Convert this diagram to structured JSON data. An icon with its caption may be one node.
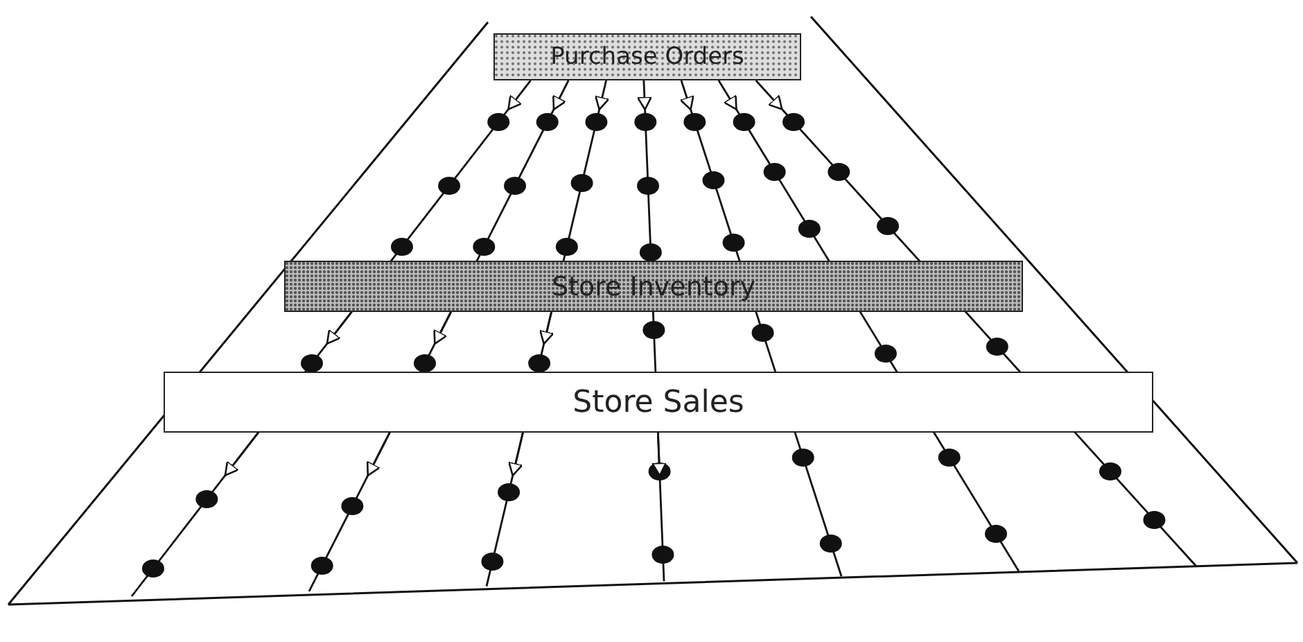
{
  "diagram": {
    "nodes": [
      {
        "text": [
          "Purchase Orders"
        ]
      },
      {
        "text": [
          "Store Inventory"
        ]
      },
      {
        "text": [
          "Store Sales"
        ]
      }
    ],
    "edges": [
      {
        "from": 0,
        "to": null,
        "arrow": "to"
      },
      {
        "from": 0,
        "to": null,
        "arrow": "to"
      },
      {
        "from": 0,
        "to": null,
        "arrow": "to"
      },
      {
        "from": 0,
        "to": null,
        "arrow": "to"
      },
      {
        "from": 0,
        "to": null,
        "arrow": "to"
      },
      {
        "from": 0,
        "to": null,
        "arrow": "to"
      },
      {
        "from": 0,
        "to": null,
        "arrow": "to"
      },
      {
        "from": 1,
        "to": null,
        "arrow": "to"
      },
      {
        "from": 1,
        "to": null,
        "arrow": "to"
      },
      {
        "from": 1,
        "to": null,
        "arrow": "to"
      },
      {
        "from": 2,
        "to": null,
        "arrow": "to"
      },
      {
        "from": 2,
        "to": null,
        "arrow": "to"
      },
      {
        "from": 2,
        "to": null,
        "arrow": "to"
      },
      {
        "from": 2,
        "to": null,
        "arrow": "to"
      }
    ]
  }
}
